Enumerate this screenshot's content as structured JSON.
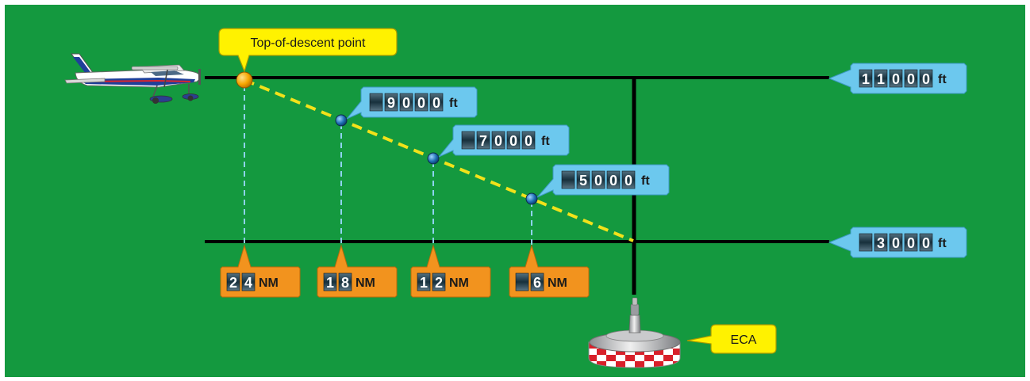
{
  "colors": {
    "background": "#14993f",
    "altitude_line": "#000000",
    "descent_path": "#f2e21a",
    "drop_lines": "#8fd3f0",
    "callout_blue": "#6cc8ee",
    "callout_orange": "#f2931e",
    "callout_yellow": "#fff200",
    "digit_box": "#1d3240",
    "waypoint": "#1e6fb5",
    "tod_point": "#f7a600"
  },
  "top_of_descent": {
    "label": "Top-of-descent point"
  },
  "station": {
    "label": "ECA"
  },
  "altitude_callouts": [
    {
      "digits": [
        "1",
        "1",
        "0",
        "0",
        "0"
      ],
      "unit": "ft"
    },
    {
      "digits": [
        "",
        "9",
        "0",
        "0",
        "0"
      ],
      "unit": "ft"
    },
    {
      "digits": [
        "",
        "7",
        "0",
        "0",
        "0"
      ],
      "unit": "ft"
    },
    {
      "digits": [
        "",
        "5",
        "0",
        "0",
        "0"
      ],
      "unit": "ft"
    },
    {
      "digits": [
        "",
        "3",
        "0",
        "0",
        "0"
      ],
      "unit": "ft"
    }
  ],
  "distance_callouts": [
    {
      "digits": [
        "2",
        "4"
      ],
      "unit": "NM"
    },
    {
      "digits": [
        "1",
        "8"
      ],
      "unit": "NM"
    },
    {
      "digits": [
        "1",
        "2"
      ],
      "unit": "NM"
    },
    {
      "digits": [
        "",
        "6"
      ],
      "unit": "NM"
    }
  ],
  "icons": {
    "aircraft": "airplane-icon",
    "station": "vor-station-icon"
  }
}
